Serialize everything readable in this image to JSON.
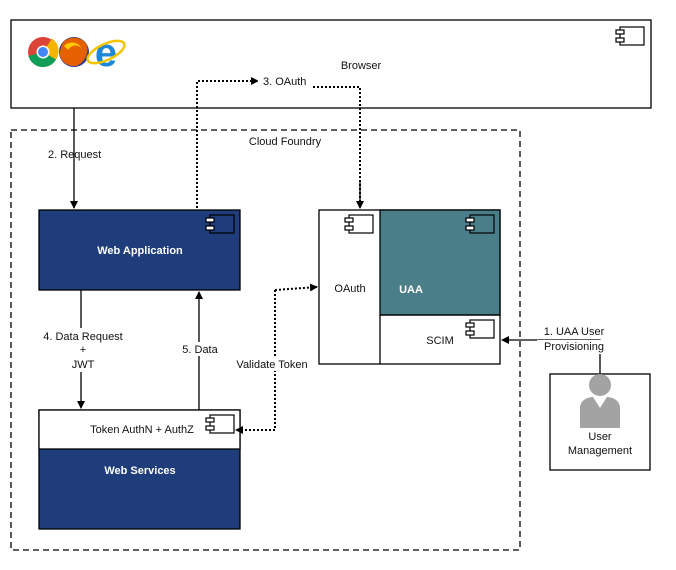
{
  "browser": {
    "label": "Browser"
  },
  "cloud_foundry": {
    "label": "Cloud Foundry"
  },
  "web_application": {
    "label": "Web Application"
  },
  "web_services": {
    "label": "Web Services",
    "token_section_label": "Token AuthN + AuthZ"
  },
  "uaa": {
    "label": "UAA",
    "oauth_label": "OAuth",
    "scim_label": "SCIM"
  },
  "user_management": {
    "label_line1": "User",
    "label_line2": "Management"
  },
  "flows": {
    "request": "2. Request",
    "oauth": "3. OAuth",
    "data_request_line1": "4. Data Request",
    "data_request_line2": "+",
    "data_request_line3": "JWT",
    "data": "5. Data",
    "validate_token": "Validate Token",
    "provisioning_line1": "1. UAA User",
    "provisioning_line2": "Provisioning"
  },
  "colors": {
    "navy": "#1f3d7a",
    "teal": "#4a7f8a",
    "person_gray": "#a3a3a3",
    "border": "#000000"
  },
  "icons": {
    "browser_logos": [
      "chrome-logo",
      "firefox-logo",
      "ie-logo"
    ],
    "component": "uml-component-icon",
    "user": "user-silhouette-icon"
  }
}
